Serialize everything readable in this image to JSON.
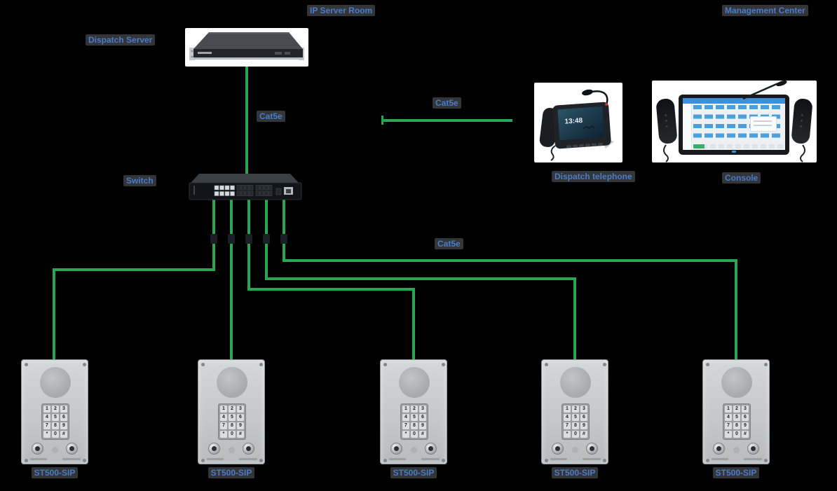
{
  "scene": {
    "ip_server_room_label": "IP Server Room",
    "management_center_label": "Management Center"
  },
  "server": {
    "label": "Dispatch Server"
  },
  "switch": {
    "label": "Switch"
  },
  "cables": {
    "server_to_switch": "Cat5e",
    "switch_to_phone": "Cat5e",
    "switch_to_intercoms": "Cat5e"
  },
  "phone": {
    "label": "Dispatch telephone",
    "screen_time": "13:48"
  },
  "console": {
    "label": "Console"
  },
  "intercom": {
    "model": "ST500-SIP",
    "count": 5,
    "keypad": [
      "1",
      "2",
      "3",
      "4",
      "5",
      "6",
      "7",
      "8",
      "9",
      "*",
      "0",
      "#"
    ]
  },
  "colors": {
    "background": "#000000",
    "cable": "#2aa653",
    "label_text": "#4a7cc9",
    "accent_blue": "#3f8fd6"
  }
}
